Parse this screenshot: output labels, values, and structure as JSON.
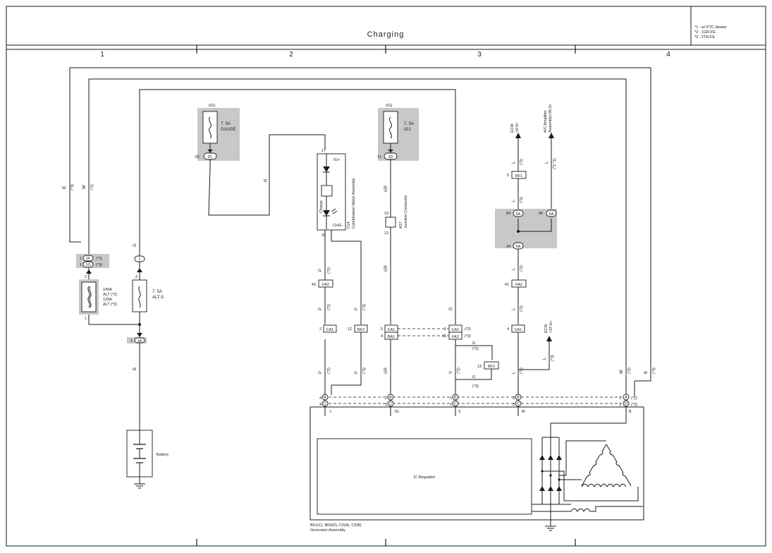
{
  "title": "Charging",
  "notes": [
    "*1 : w/ PTC Heater",
    "*2 : 1GR-FE",
    "*3 : 2TR-FE"
  ],
  "columns": [
    "1",
    "2",
    "3",
    "4"
  ],
  "fuses": {
    "gauge": {
      "source": "(IG)",
      "rating": "7. 5A",
      "name": "GAUGE",
      "pin": "65",
      "conn": "2C"
    },
    "ig1": {
      "source": "(IG)",
      "rating": "7. 5A",
      "name": "IG1",
      "pin": "11",
      "conn": "2D"
    },
    "alt": {
      "r1": "140A",
      "r2": "ALT (*2)",
      "r3": "120A",
      "r4": "ALT (*3)"
    },
    "alts": {
      "rating": "7. 5A",
      "name": "ALT-S"
    }
  },
  "meter": {
    "name": "F14",
    "desc": "Combination Meter Assembly",
    "pin_in": "17",
    "pin_out": "26",
    "ig": "IG+",
    "charge": "Charge",
    "chg": "CHG-"
  },
  "junction": {
    "name": "A37",
    "desc": "Junction Connector",
    "p1": "13",
    "p2": "13"
  },
  "ecm1": "ECM",
  "ecm1_ref": "<6-9>",
  "acamp": "A/C Amplifier",
  "acamp_ref": "Assembly<35-5>",
  "ecm2": "ECM",
  "ecm2_ref": "<37-6>",
  "battery": "Battery",
  "regulator": "IC Regulator",
  "generator": {
    "conns": "B61(C), B63(D), C2(A), C5(B)",
    "name": "Generator Assembly"
  },
  "wires": {
    "B": "B",
    "W": "W",
    "G": "G",
    "R": "R",
    "GR": "GR",
    "P": "P",
    "L": "L",
    "V": "V"
  },
  "tags": {
    "s2": "(*2)",
    "s3": "(*3)",
    "s1": "(*1)",
    "s2s1": "(*2 *1)"
  },
  "connectors": {
    "bf1": "BF1",
    "fa2": "FA2",
    "ca1": "CA1",
    "bf2": "BF2",
    "ba1": "BA1",
    "sa": "5A",
    "c1a": "1A",
    "c1f": "1F",
    "c1g": "1G"
  },
  "pins": {
    "p1": "1",
    "p2": "2",
    "p4": "4",
    "p5": "5",
    "p12": "12",
    "p13": "13",
    "p15": "15",
    "p41": "41",
    "p43": "43",
    "p84": "84",
    "p96": "96",
    "p24": "24",
    "p3": "3",
    "p11": "11"
  },
  "gen_terms": {
    "B": "B",
    "C": "C",
    "A": "A",
    "D": "D",
    "L": "L",
    "IG": "IG",
    "S": "S",
    "M": "M",
    "Bout": "B"
  }
}
